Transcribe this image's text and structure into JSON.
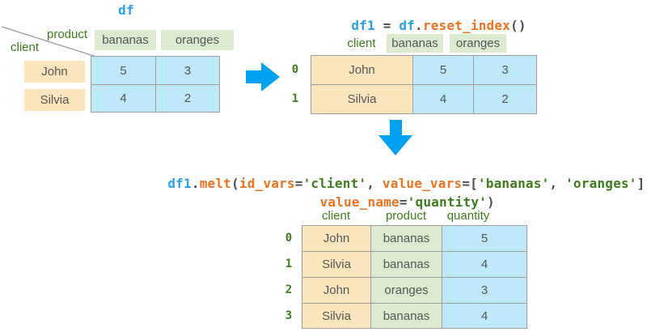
{
  "palette": {
    "code_blue": "#2B9FE8",
    "code_orange": "#F0721F",
    "code_green": "#3E7D1C",
    "code_dark": "#4D4D4D",
    "cell_text": "#555555",
    "cell_orange_bg": "#FBE5BC",
    "cell_blue_bg": "#BEE9F8",
    "cell_green_bg": "#DCEAD0",
    "border_gray": "#9E9E9E",
    "arrow_blue": "#00A1F1"
  },
  "icons": {
    "right_arrow": "arrow-right-icon",
    "down_arrow": "arrow-down-icon"
  },
  "df_table": {
    "title": "df",
    "corner_top": "product",
    "corner_bottom": "client",
    "col_headers": [
      "bananas",
      "oranges"
    ],
    "row_labels": [
      "John",
      "Silvia"
    ],
    "rows": [
      [
        "5",
        "3"
      ],
      [
        "4",
        "2"
      ]
    ]
  },
  "df1_title": {
    "segments": [
      {
        "t": "df1"
      },
      {
        "t": " = "
      },
      {
        "t": "df"
      },
      {
        "t": "."
      },
      {
        "t": "reset_index"
      },
      {
        "t": "()"
      }
    ]
  },
  "df1_table": {
    "col_headers": [
      "client",
      "bananas",
      "oranges"
    ],
    "index": [
      "0",
      "1"
    ],
    "rows": [
      [
        "John",
        "5",
        "3"
      ],
      [
        "Silvia",
        "4",
        "2"
      ]
    ]
  },
  "melt_code": {
    "line1": [
      {
        "t": "df1"
      },
      {
        "t": "."
      },
      {
        "t": "melt"
      },
      {
        "t": "("
      },
      {
        "t": "id_vars"
      },
      {
        "t": "="
      },
      {
        "t": "'client'"
      },
      {
        "t": ", "
      },
      {
        "t": "value_vars"
      },
      {
        "t": "=["
      },
      {
        "t": "'bananas'"
      },
      {
        "t": ", "
      },
      {
        "t": "'oranges'"
      },
      {
        "t": "],"
      }
    ],
    "line2": [
      {
        "t": "value_name"
      },
      {
        "t": "="
      },
      {
        "t": "'quantity'"
      },
      {
        "t": ")"
      }
    ]
  },
  "melt_table": {
    "col_headers": [
      "client",
      "product",
      "quantity"
    ],
    "index": [
      "0",
      "1",
      "2",
      "3"
    ],
    "rows": [
      [
        "John",
        "bananas",
        "5"
      ],
      [
        "Silvia",
        "bananas",
        "4"
      ],
      [
        "John",
        "oranges",
        "3"
      ],
      [
        "Silvia",
        "bananas",
        "4"
      ]
    ]
  }
}
